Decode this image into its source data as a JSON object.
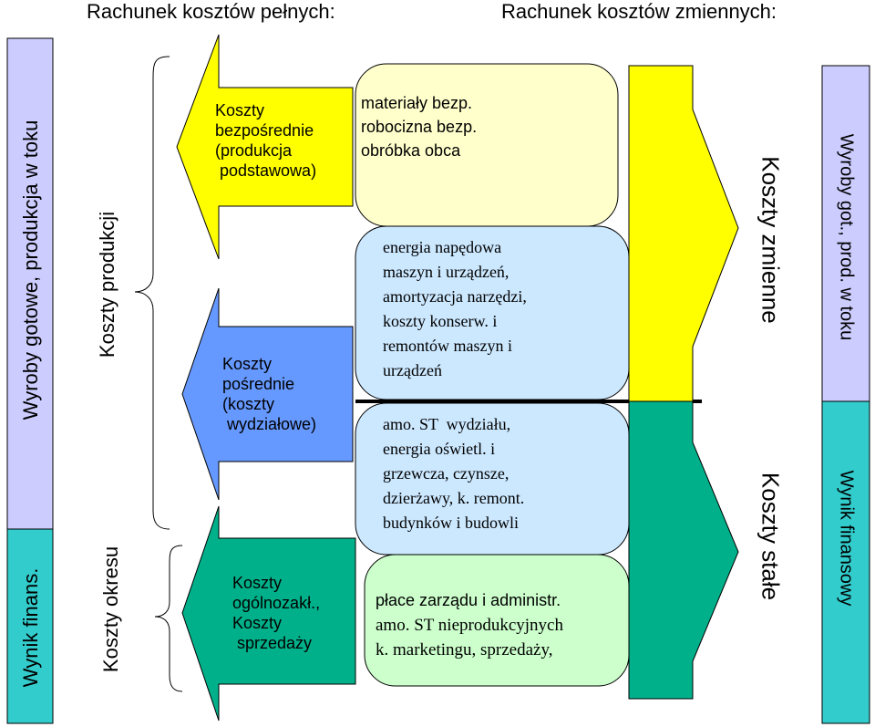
{
  "headers": {
    "full_cost": "Rachunek kosztów pełnych:",
    "variable_cost": "Rachunek kosztów zmiennych:"
  },
  "left_bar": {
    "top_label": "Wyroby gotowe, produkcja w toku",
    "bottom_label": "Wynik  finans.",
    "top_color": "#ccccff",
    "bottom_color": "#33cccc"
  },
  "brace_labels": {
    "production_costs": "Koszty produkcji",
    "period_costs": "Koszty okresu"
  },
  "arrows": {
    "direct": {
      "label": "Koszty\nbezpośrednie\n(produkcja\n podstawowa)",
      "color": "#ffff00"
    },
    "indirect": {
      "label": "Koszty\npośrednie\n(koszty\n wydziałowe)",
      "color": "#6699ff"
    },
    "general": {
      "label": "Koszty\nogólnozakł.,\nKoszty\n sprzedaży",
      "color": "#00b08a"
    }
  },
  "boxes": {
    "direct_items": {
      "text": "materiały bezp.\nrobocizna bezp.\nobróbka obca",
      "color": "#ffffcc"
    },
    "variable_overhead": {
      "text": "energia napędowa\nmaszyn i urządzeń,\namortyzacja narzędzi,\nkoszty konserw. i\nremontów maszyn i\nurządzeń",
      "color": "#cce8ff"
    },
    "fixed_overhead": {
      "text": "amo. ST  wydziału,\nenergia oświetl. i\ngrzewcza, czynsze,\ndzierżawy, k. remont.\nbudynków i budowli",
      "color": "#cce8ff"
    },
    "admin_sales": {
      "text_line1": "płace zarządu i administr.",
      "text_rest": "amo. ST nieprodukcyjnych\nk. marketingu, sprzedaży,",
      "color": "#ccffcc"
    }
  },
  "right_arrows": {
    "variable": {
      "label": "Koszty zmienne",
      "color": "#ffff00"
    },
    "fixed": {
      "label": "Koszty stałe",
      "color": "#00b08a"
    }
  },
  "right_bar": {
    "top_label": "Wyroby got., prod. w toku",
    "bottom_label": "Wynik  finansowy",
    "top_color": "#ccccff",
    "bottom_color": "#33cccc"
  }
}
